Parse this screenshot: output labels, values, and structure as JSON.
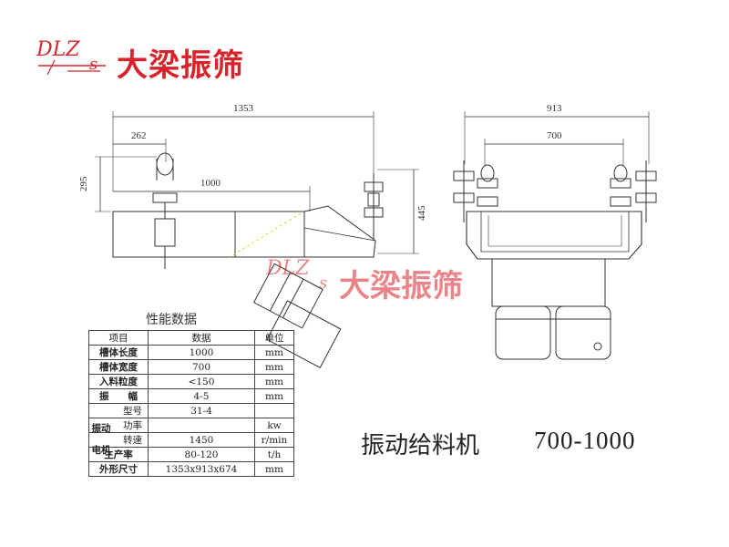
{
  "logo": {
    "letters": "DLZ",
    "sub": "s",
    "text": "大梁振筛"
  },
  "watermark": {
    "letters": "DLZ",
    "sub": "s",
    "text": "大梁振筛"
  },
  "front_view": {
    "dim_total": "1353",
    "dim_left": "262",
    "dim_height": "295",
    "dim_trough": "1000",
    "dim_right_height": "445"
  },
  "side_view": {
    "dim_outer": "913",
    "dim_inner": "700"
  },
  "table": {
    "title": "性能数据",
    "header": [
      "项目",
      "数据",
      "单位"
    ],
    "rows": [
      {
        "label": "槽体长度",
        "value": "1000",
        "unit": "mm"
      },
      {
        "label": "槽体宽度",
        "value": "700",
        "unit": "mm"
      },
      {
        "label": "入料粒度",
        "value": "<150",
        "unit": "mm"
      },
      {
        "label": "振　　幅",
        "value": "4-5",
        "unit": "mm"
      }
    ],
    "motor_group": "振动\n电机",
    "motor_rows": [
      {
        "label": "型号",
        "value": "31-4",
        "unit": ""
      },
      {
        "label": "功率",
        "value": "",
        "unit": "kw"
      },
      {
        "label": "转速",
        "value": "1450",
        "unit": "r/min"
      }
    ],
    "tail_rows": [
      {
        "label": "生产率",
        "value": "80-120",
        "unit": "t/h"
      },
      {
        "label": "外形尺寸",
        "value": "1353x913x674",
        "unit": "mm"
      }
    ]
  },
  "model": {
    "label": "振动给料机",
    "number": "700-1000"
  }
}
